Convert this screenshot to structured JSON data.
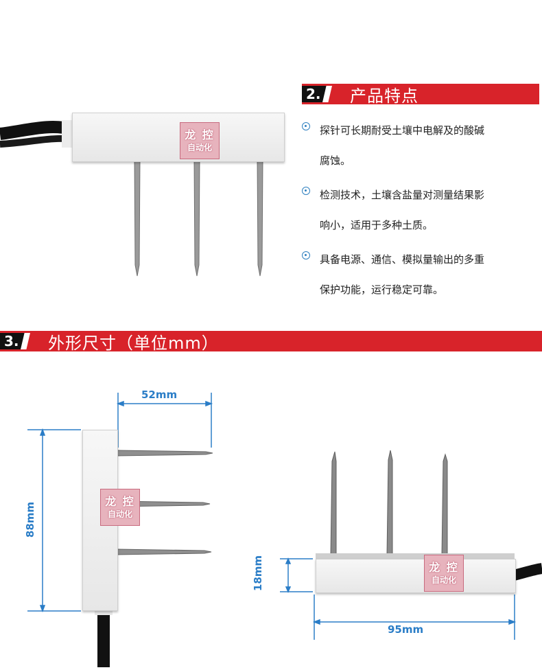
{
  "section2": {
    "number": "2.",
    "title": "产品特点",
    "features": [
      {
        "lines": [
          "探针可长期耐受土壤中电解及的酸碱",
          "腐蚀。"
        ]
      },
      {
        "lines": [
          "检测技术，土壤含盐量对测量结果影",
          "响小，适用于多种土质。"
        ]
      },
      {
        "lines": [
          "具备电源、通信、模拟量输出的多重",
          "保护功能，运行稳定可靠。"
        ]
      }
    ]
  },
  "section3": {
    "number": "3.",
    "title": "外形尺寸（单位mm）"
  },
  "logo": {
    "line1": "龙 控",
    "line2": "自动化"
  },
  "dimensions": {
    "probe_length": "52mm",
    "height": "88mm",
    "thickness": "18mm",
    "width": "95mm"
  },
  "colors": {
    "banner_red": "#d8232a",
    "dimension_blue": "#2a7dc7",
    "bullet_blue": "#2f80c0"
  }
}
